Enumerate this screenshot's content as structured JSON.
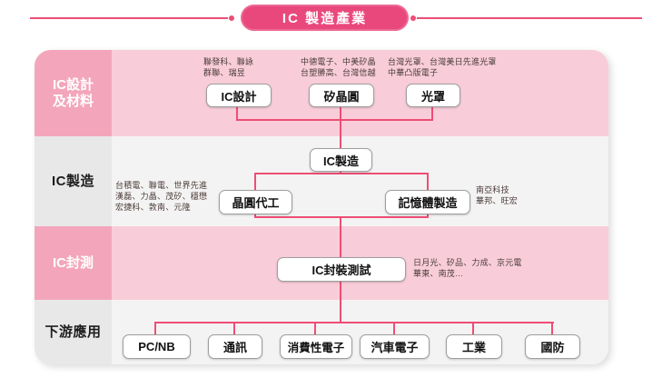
{
  "title": "IC 製造產業",
  "colors": {
    "accent_pink": "#E9487D",
    "connector": "#EE4D75",
    "band_pink": "#F8CDD9",
    "sidebar_pink": "#F3A6BB",
    "band_gray": "#F4F3F3",
    "sidebar_gray": "#E9E8E8"
  },
  "bands": {
    "design": {
      "label": "IC設計\n及材料",
      "nodes": [
        {
          "label": "IC設計",
          "companies": "聯發科、聯詠\n群聯、瑞昱"
        },
        {
          "label": "矽晶圓",
          "companies": "中德電子、中美矽晶\n台塑勝高、台灣信越"
        },
        {
          "label": "光罩",
          "companies": "台灣光罩、台灣美日先進光罩\n中華凸版電子"
        }
      ]
    },
    "manufacturing": {
      "label": "IC製造",
      "root_label": "IC製造",
      "foundry": {
        "label": "晶圓代工",
        "companies": "台積電、聯電、世界先進\n漢磊、力晶、茂矽、穩懋\n宏捷科、敦南、元隆"
      },
      "memory": {
        "label": "記憶體製造",
        "companies": "南亞科技\n華邦、旺宏"
      }
    },
    "packaging": {
      "label": "IC封測",
      "node": {
        "label": "IC封裝測試",
        "companies": "日月光、矽品、力成、京元電\n華東、南茂…"
      }
    },
    "downstream": {
      "label": "下游應用",
      "nodes": [
        {
          "label": "PC/NB"
        },
        {
          "label": "通訊"
        },
        {
          "label": "消費性電子"
        },
        {
          "label": "汽車電子"
        },
        {
          "label": "工業"
        },
        {
          "label": "國防"
        }
      ]
    }
  }
}
